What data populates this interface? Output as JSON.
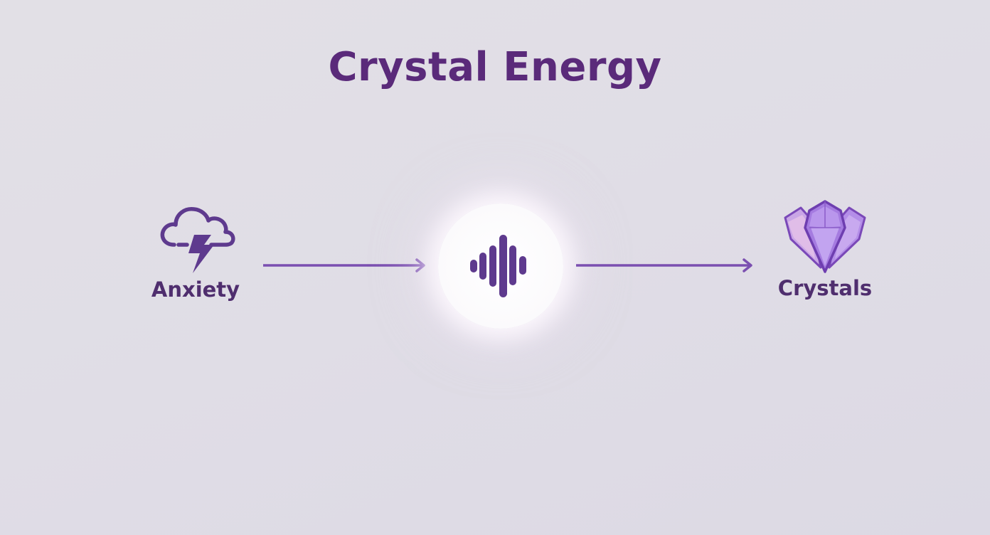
{
  "title": "Crystal Energy",
  "nodes": [
    {
      "id": "anxiety",
      "label": "Anxiety",
      "icon": "storm-cloud-lightning-icon"
    },
    {
      "id": "energy",
      "label": "",
      "icon": "sound-wave-icon"
    },
    {
      "id": "crystals",
      "label": "Crystals",
      "icon": "crystal-cluster-icon"
    }
  ],
  "edges": [
    {
      "from": "anxiety",
      "to": "energy",
      "style": "arrow"
    },
    {
      "from": "energy",
      "to": "crystals",
      "style": "arrow"
    }
  ],
  "colors": {
    "title": "#5a2a7a",
    "label": "#4f2e6e",
    "arrow": "#7b4fb0",
    "icon_stroke": "#5e3a8e",
    "crystal_fill": "#a57be0",
    "background": "#e0dde6",
    "orb": "#ffffff"
  }
}
